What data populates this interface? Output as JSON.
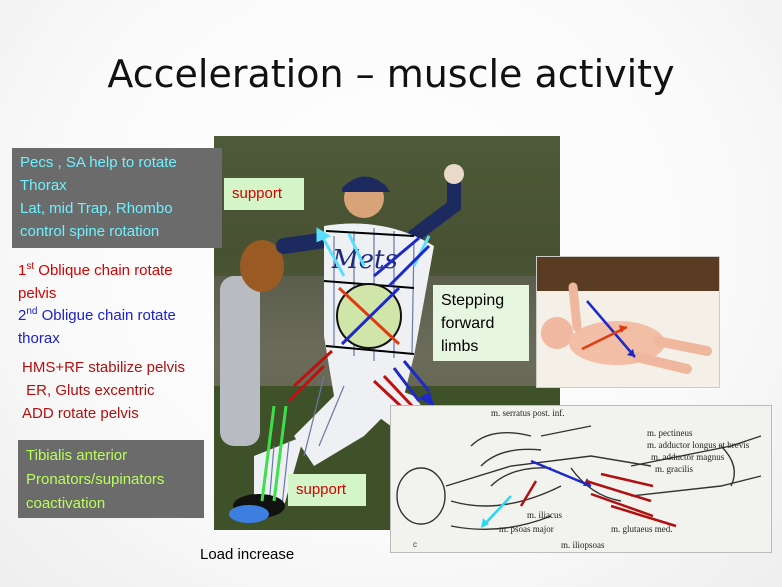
{
  "title": "Acceleration – muscle activity",
  "gray_box": {
    "line1": "Pecs , SA help to rotate",
    "line2": "Thorax",
    "line3": "Lat, mid Trap, Rhombo",
    "line4": "control spine rotation"
  },
  "oblique1": {
    "num": "1",
    "sup": "st",
    "text": " Oblique chain rotate",
    "line2": "pelvis"
  },
  "oblique2": {
    "num": "2",
    "sup": "nd",
    "text": " Obligue chain rotate",
    "line2": "thorax"
  },
  "hms": {
    "line1": "HMS+RF stabilize pelvis",
    "line2": " ER, Gluts excentric",
    "line3": "ADD rotate pelvis"
  },
  "tib_box": {
    "line1": "Tibialis anterior",
    "line2": "Pronators/supinators",
    "line3": "coactivation"
  },
  "support_top": "support",
  "support_bottom": "support",
  "stepping": {
    "line1": "Stepping",
    "line2": "forward",
    "line3": "limbs"
  },
  "load": "Load increase",
  "skeleton_labels": {
    "serratus": "m. serratus post. inf.",
    "pectineus": "m. pectineus",
    "adductor_longus": "m. adductor longus et brevis",
    "adductor_magnus": "m. adductor magnus",
    "gracilis": "m. gracilis",
    "iliacus": "m. iliacus",
    "psoas": "m. psoas major",
    "gluteus": "m. glutaeus med.",
    "iliopsoas": "m. iliopsoas",
    "copyright": "c"
  },
  "colors": {
    "red": "#d40000",
    "blue": "#1d22c8",
    "cyan": "#6ff0ff",
    "lime": "#b9ff5a",
    "darkred": "#b01010"
  }
}
